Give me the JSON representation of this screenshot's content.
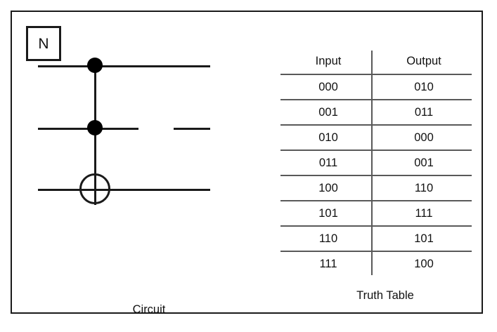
{
  "figure": {
    "border_color": "#1a1a1a",
    "background": "#ffffff",
    "ink_color": "#000000",
    "rule_color": "#595959"
  },
  "circuit": {
    "caption": "Circuit",
    "wire_count": 3,
    "wires": [
      {
        "name": "wire-top",
        "label": ""
      },
      {
        "name": "wire-middle",
        "label": ""
      },
      {
        "name": "wire-bottom",
        "label": ""
      }
    ],
    "elements": [
      {
        "name": "control-dot-top",
        "type": "control",
        "wire": 0
      },
      {
        "name": "control-dot-middle",
        "type": "control",
        "wire": 1
      },
      {
        "name": "xor-target-bottom",
        "type": "xor-target",
        "wire": 2
      },
      {
        "name": "gate-n",
        "type": "box-gate",
        "wire": 1,
        "label": "N"
      }
    ],
    "gate_label": "N"
  },
  "truth_table": {
    "caption": "Truth Table",
    "columns": [
      "Input",
      "Output"
    ],
    "rows": [
      {
        "input": "000",
        "output": "010"
      },
      {
        "input": "001",
        "output": "011"
      },
      {
        "input": "010",
        "output": "000"
      },
      {
        "input": "011",
        "output": "001"
      },
      {
        "input": "100",
        "output": "110"
      },
      {
        "input": "101",
        "output": "111"
      },
      {
        "input": "110",
        "output": "101"
      },
      {
        "input": "111",
        "output": "100"
      }
    ]
  }
}
